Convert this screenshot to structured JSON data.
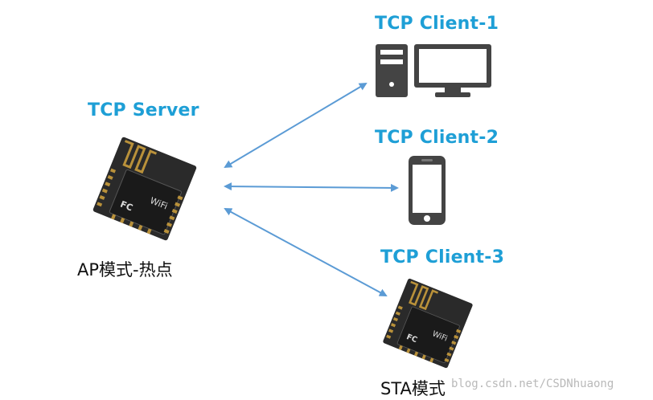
{
  "labels": {
    "server": "TCP Server",
    "client1": "TCP Client-1",
    "client2": "TCP Client-2",
    "client3": "TCP Client-3",
    "ap_mode": "AP模式-热点",
    "sta_mode": "STA模式"
  },
  "chip": {
    "wifi_mark": "WiFi",
    "fc_mark": "FC"
  },
  "watermark": "blog.csdn.net/CSDNhuaong",
  "colors": {
    "label": "#1e9fd6",
    "arrow": "#5b9bd5",
    "device": "#444444",
    "chip": "#2a2a2a",
    "shield": "#1a1a1a",
    "pin": "#b9913a"
  }
}
